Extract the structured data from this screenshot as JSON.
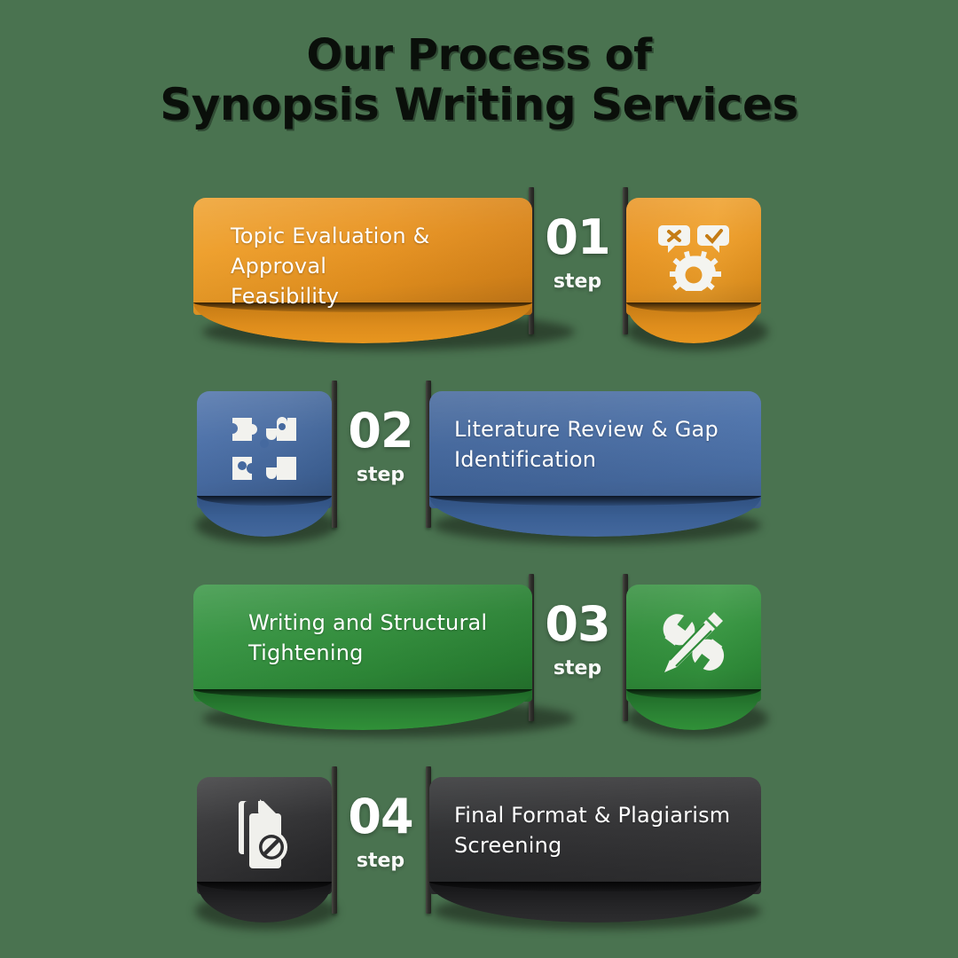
{
  "background_color": "#4a7350",
  "title": {
    "line1": "Our Process of",
    "line2": "Synopsis Writing Services",
    "color": "#0a0f0a"
  },
  "step_label": "step",
  "steps": [
    {
      "number": "01",
      "text_line1": "Topic Evaluation & Approval",
      "text_line2": "Feasibility",
      "color": "#e8921e",
      "color_dark": "#b9700f",
      "icon": "gear-feedback-icon",
      "layout": "text-left"
    },
    {
      "number": "02",
      "text_line1": "Literature Review & Gap",
      "text_line2": "Identification",
      "color": "#45699f",
      "color_dark": "#2f4f7f",
      "icon": "puzzle-pieces-icon",
      "layout": "icon-left"
    },
    {
      "number": "03",
      "text_line1": "Writing and Structural",
      "text_line2": "Tightening",
      "color": "#2e8b38",
      "color_dark": "#1d6626",
      "icon": "wrench-pencil-icon",
      "layout": "text-left"
    },
    {
      "number": "04",
      "text_line1": "Final Format & Plagiarism",
      "text_line2": "Screening",
      "color": "#2e2e30",
      "color_dark": "#19191b",
      "icon": "document-plagiarism-icon",
      "layout": "icon-left"
    }
  ]
}
